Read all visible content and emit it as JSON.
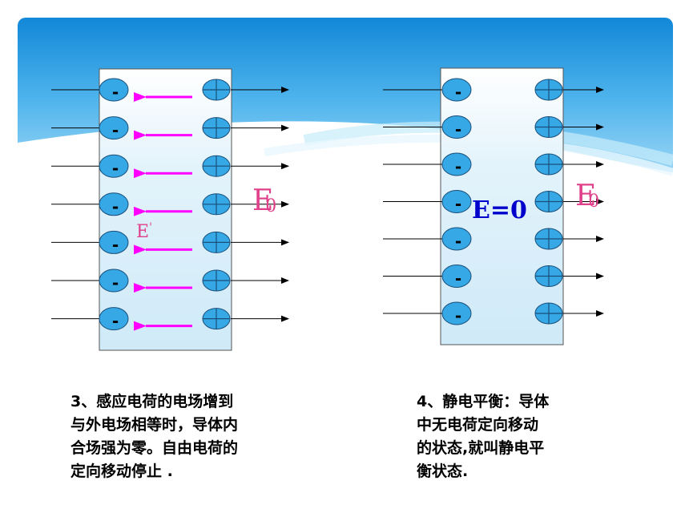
{
  "left_panel": {
    "field_label": "E0",
    "field_label_main": "E",
    "field_label_sub": "0",
    "induced_label": "E'",
    "induced_label_main": "E",
    "induced_label_prime": "'",
    "negative_symbol": "-",
    "charge_rows": 7
  },
  "right_panel": {
    "inner_field_label": "E=0",
    "field_label_main": "E",
    "field_label_sub": "0",
    "negative_symbol": "-",
    "charge_rows": 7
  },
  "captions": {
    "left": "3、感应电荷的电场增到\n与外电场相等时，导体内\n合场强为零。自由电荷的\n定向移动停止 .",
    "right": "4、静电平衡：导体\n中无电荷定向移动\n的状态,就叫静电平\n衡状态."
  },
  "colors": {
    "arrow_magenta": "#ff00ff",
    "label_pink": "#e0408a",
    "inner_label_blue": "#0000cc",
    "charge_fill": "#36a8e6",
    "banner_blue": "#1a8fd8"
  }
}
